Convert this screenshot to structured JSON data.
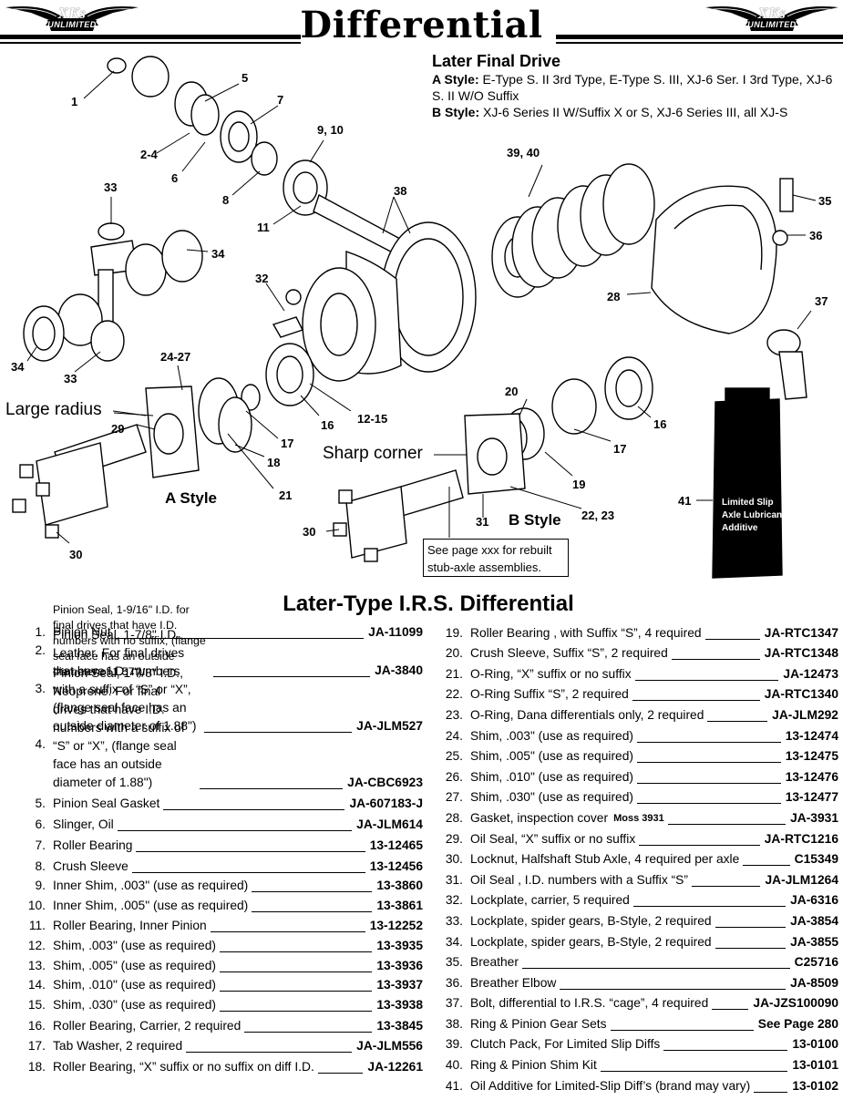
{
  "header": {
    "title": "Differential",
    "logo_main": "XKs",
    "logo_sub": "UNLIMITED"
  },
  "intro": {
    "heading": "Later Final Drive",
    "a_label": "A Style:",
    "a_text": "E-Type S. II 3rd Type, E-Type S. III, XJ-6 Ser. I 3rd Type, XJ-6 S. II W/O Suffix",
    "b_label": "B Style:",
    "b_text": "XJ-6 Series II W/Suffix X or S, XJ-6 Series III, all XJ-S"
  },
  "diagram": {
    "callouts": [
      {
        "text": "1"
      },
      {
        "text": "5"
      },
      {
        "text": "7"
      },
      {
        "text": "2-4"
      },
      {
        "text": "6"
      },
      {
        "text": "9, 10"
      },
      {
        "text": "8"
      },
      {
        "text": "11"
      },
      {
        "text": "33"
      },
      {
        "text": "38"
      },
      {
        "text": "34"
      },
      {
        "text": "32"
      },
      {
        "text": "34"
      },
      {
        "text": "33"
      },
      {
        "text": "24-27"
      },
      {
        "text": "29"
      },
      {
        "text": "16"
      },
      {
        "text": "12-15"
      },
      {
        "text": "17"
      },
      {
        "text": "18"
      },
      {
        "text": "21"
      },
      {
        "text": "30"
      },
      {
        "text": "39, 40"
      },
      {
        "text": "35"
      },
      {
        "text": "36"
      },
      {
        "text": "28"
      },
      {
        "text": "37"
      },
      {
        "text": "20"
      },
      {
        "text": "16"
      },
      {
        "text": "17"
      },
      {
        "text": "19"
      },
      {
        "text": "22, 23"
      },
      {
        "text": "31"
      },
      {
        "text": "30"
      },
      {
        "text": "41"
      }
    ],
    "large_radius": "Large radius",
    "sharp_corner": "Sharp corner",
    "a_style": "A Style",
    "b_style": "B Style",
    "note_line1": "See page xxx for rebuilt",
    "note_line2": "stub-axle assemblies.",
    "bottle_lines": [
      "Limited Slip",
      "Axle Lubricant",
      "Additive"
    ]
  },
  "parts": {
    "title": "Later-Type I.R.S. Differential",
    "left": [
      {
        "num": "1.",
        "desc": "Pinion Nut",
        "pn": "JA-11099"
      },
      {
        "num": "2.",
        "desc": "Pinion Seal, 1-9/16\" I.D. for final drives that have I.D. numbers with no suffix, (flange seal face has an outside diameter of 1.57\")",
        "pn": "JA-3840"
      },
      {
        "num": "3.",
        "desc": "Pinion Seal, 1-7/8\" I.D., Leather. For final drives that have I.D. numbers with a suffix of “S” or “X”, (flange seal face has an outside diameter of 1.88\")",
        "pn": "JA-JLM527"
      },
      {
        "num": "4.",
        "desc": "Pinion Seal, 1-7/8\" I.D., Neoprene. For final drives that have I.D. numbers with a suffix of “S” or “X”, (flange seal face has an outside diameter of 1.88\")",
        "pn": "JA-CBC6923"
      },
      {
        "num": "5.",
        "desc": "Pinion Seal Gasket",
        "pn": "JA-607183-J"
      },
      {
        "num": "6.",
        "desc": "Slinger, Oil",
        "pn": "JA-JLM614"
      },
      {
        "num": "7.",
        "desc": "Roller Bearing",
        "pn": "13-12465"
      },
      {
        "num": "8.",
        "desc": "Crush Sleeve",
        "pn": "13-12456"
      },
      {
        "num": "9.",
        "desc": "Inner Shim, .003\" (use as required)",
        "pn": "13-3860"
      },
      {
        "num": "10.",
        "desc": "Inner Shim, .005\" (use as required)",
        "pn": "13-3861"
      },
      {
        "num": "11.",
        "desc": "Roller Bearing, Inner Pinion",
        "pn": "13-12252"
      },
      {
        "num": "12.",
        "desc": "Shim, .003\" (use as required)",
        "pn": "13-3935"
      },
      {
        "num": "13.",
        "desc": "Shim, .005\" (use as required)",
        "pn": "13-3936"
      },
      {
        "num": "14.",
        "desc": "Shim, .010\" (use as required)",
        "pn": "13-3937"
      },
      {
        "num": "15.",
        "desc": "Shim, .030\" (use as required)",
        "pn": "13-3938"
      },
      {
        "num": "16.",
        "desc": "Roller Bearing, Carrier, 2 required",
        "pn": "13-3845"
      },
      {
        "num": "17.",
        "desc": "Tab Washer, 2 required",
        "pn": "JA-JLM556"
      },
      {
        "num": "18.",
        "desc": "Roller Bearing, “X” suffix or no suffix on diff I.D.",
        "pn": "JA-12261"
      }
    ],
    "right": [
      {
        "num": "19.",
        "desc": "Roller Bearing , with Suffix “S”, 4 required",
        "pn": "JA-RTC1347"
      },
      {
        "num": "20.",
        "desc": "Crush Sleeve, Suffix “S”, 2 required",
        "pn": "JA-RTC1348"
      },
      {
        "num": "21.",
        "desc": "O-Ring, “X” suffix or no suffix",
        "pn": "JA-12473"
      },
      {
        "num": "22.",
        "desc": "O-Ring Suffix “S”, 2 required",
        "pn": "JA-RTC1340"
      },
      {
        "num": "23.",
        "desc": "O-Ring, Dana differentials only, 2 required",
        "pn": "JA-JLM292"
      },
      {
        "num": "24.",
        "desc": "Shim, .003\" (use as required)",
        "pn": "13-12474"
      },
      {
        "num": "25.",
        "desc": "Shim, .005\" (use as required)",
        "pn": "13-12475"
      },
      {
        "num": "26.",
        "desc": "Shim, .010\" (use as required)",
        "pn": "13-12476"
      },
      {
        "num": "27.",
        "desc": "Shim, .030\" (use as required)",
        "pn": "13-12477"
      },
      {
        "num": "28.",
        "desc": "Gasket, inspection cover",
        "note": "Moss 3931",
        "pn": "JA-3931"
      },
      {
        "num": "29.",
        "desc": "Oil Seal, “X” suffix or no suffix",
        "pn": "JA-RTC1216"
      },
      {
        "num": "30.",
        "desc": "Locknut, Halfshaft Stub Axle, 4 required per axle",
        "pn": "C15349"
      },
      {
        "num": "31.",
        "desc": "Oil Seal , I.D. numbers with a Suffix “S”",
        "pn": "JA-JLM1264"
      },
      {
        "num": "32.",
        "desc": "Lockplate, carrier, 5 required",
        "pn": "JA-6316"
      },
      {
        "num": "33.",
        "desc": "Lockplate, spider gears, B-Style, 2 required",
        "pn": "JA-3854"
      },
      {
        "num": "34.",
        "desc": "Lockplate, spider gears, B-Style, 2 required",
        "pn": "JA-3855"
      },
      {
        "num": "35.",
        "desc": "Breather",
        "pn": "C25716"
      },
      {
        "num": "36.",
        "desc": "Breather Elbow",
        "pn": "JA-8509"
      },
      {
        "num": "37.",
        "desc": "Bolt, differential to I.R.S. “cage”, 4 required",
        "pn": "JA-JZS100090"
      },
      {
        "num": "38.",
        "desc": "Ring & Pinion Gear Sets",
        "pn": "See Page 280"
      },
      {
        "num": "39.",
        "desc": "Clutch Pack, For Limited Slip Diffs",
        "pn": "13-0100"
      },
      {
        "num": "40.",
        "desc": "Ring & Pinion Shim Kit",
        "pn": "13-0101"
      },
      {
        "num": "41.",
        "desc": "Oil Additive for Limited-Slip Diff’s (brand may vary)",
        "pn": "13-0102"
      }
    ]
  }
}
